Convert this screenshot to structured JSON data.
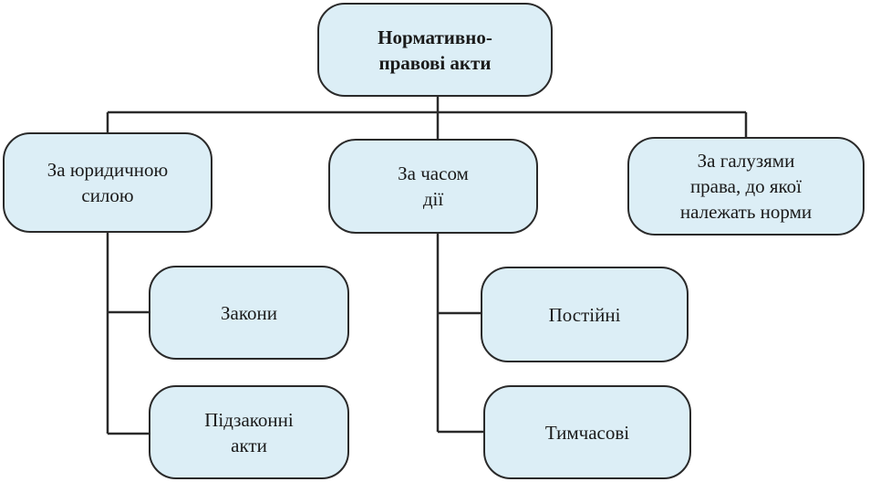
{
  "diagram": {
    "root": {
      "label": "Нормативно-\nправові акти"
    },
    "categories": [
      {
        "label": "За юридичною\nсилою"
      },
      {
        "label": "За часом\nдії"
      },
      {
        "label": "За галузями\nправа, до якої\nналежать норми"
      }
    ],
    "legal_force_children": [
      {
        "label": "Закони"
      },
      {
        "label": "Підзаконні\nакти"
      }
    ],
    "time_children": [
      {
        "label": "Постійні"
      },
      {
        "label": "Тимчасові"
      }
    ]
  },
  "colors": {
    "node_fill": "#dceef6",
    "border": "#2a2a2a"
  }
}
